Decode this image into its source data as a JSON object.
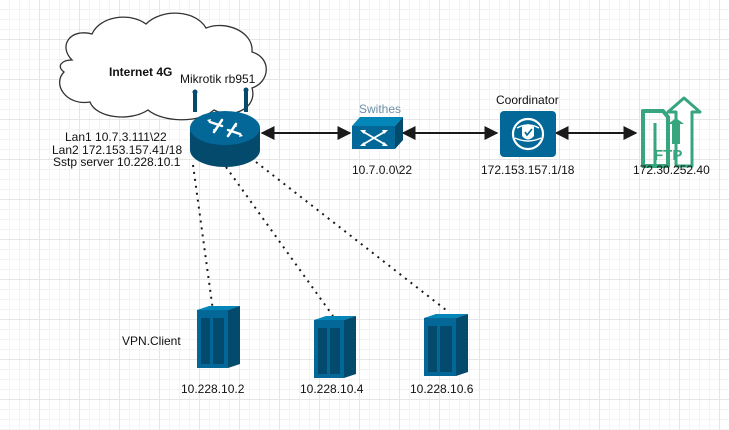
{
  "diagram": {
    "cloud_label": "Internet 4G",
    "router": {
      "name": "Mikrotik rb951",
      "interfaces": [
        "Lan1 10.7.3.111\\22",
        "Lan2 172.153.157.41/18",
        "Sstp server 10.228.10.1"
      ]
    },
    "switch": {
      "name": "Swithes",
      "address": "10.7.0.0\\22"
    },
    "coordinator": {
      "name": "Coordinator",
      "address": "172.153.157.1/18"
    },
    "ftp": {
      "icon_text": "FTP",
      "address": "172.30.252.40"
    },
    "vpn_group_label": "VPN.Client",
    "clients": [
      {
        "address": "10.228.10.2"
      },
      {
        "address": "10.228.10.4"
      },
      {
        "address": "10.228.10.6"
      }
    ],
    "colors": {
      "device_blue": "#036897",
      "device_dark": "#034a6d",
      "ftp_green": "#37a57d",
      "switch_label": "#6f8fa6",
      "edge": "#1a1a1a",
      "cloud_stroke": "#333333"
    }
  }
}
